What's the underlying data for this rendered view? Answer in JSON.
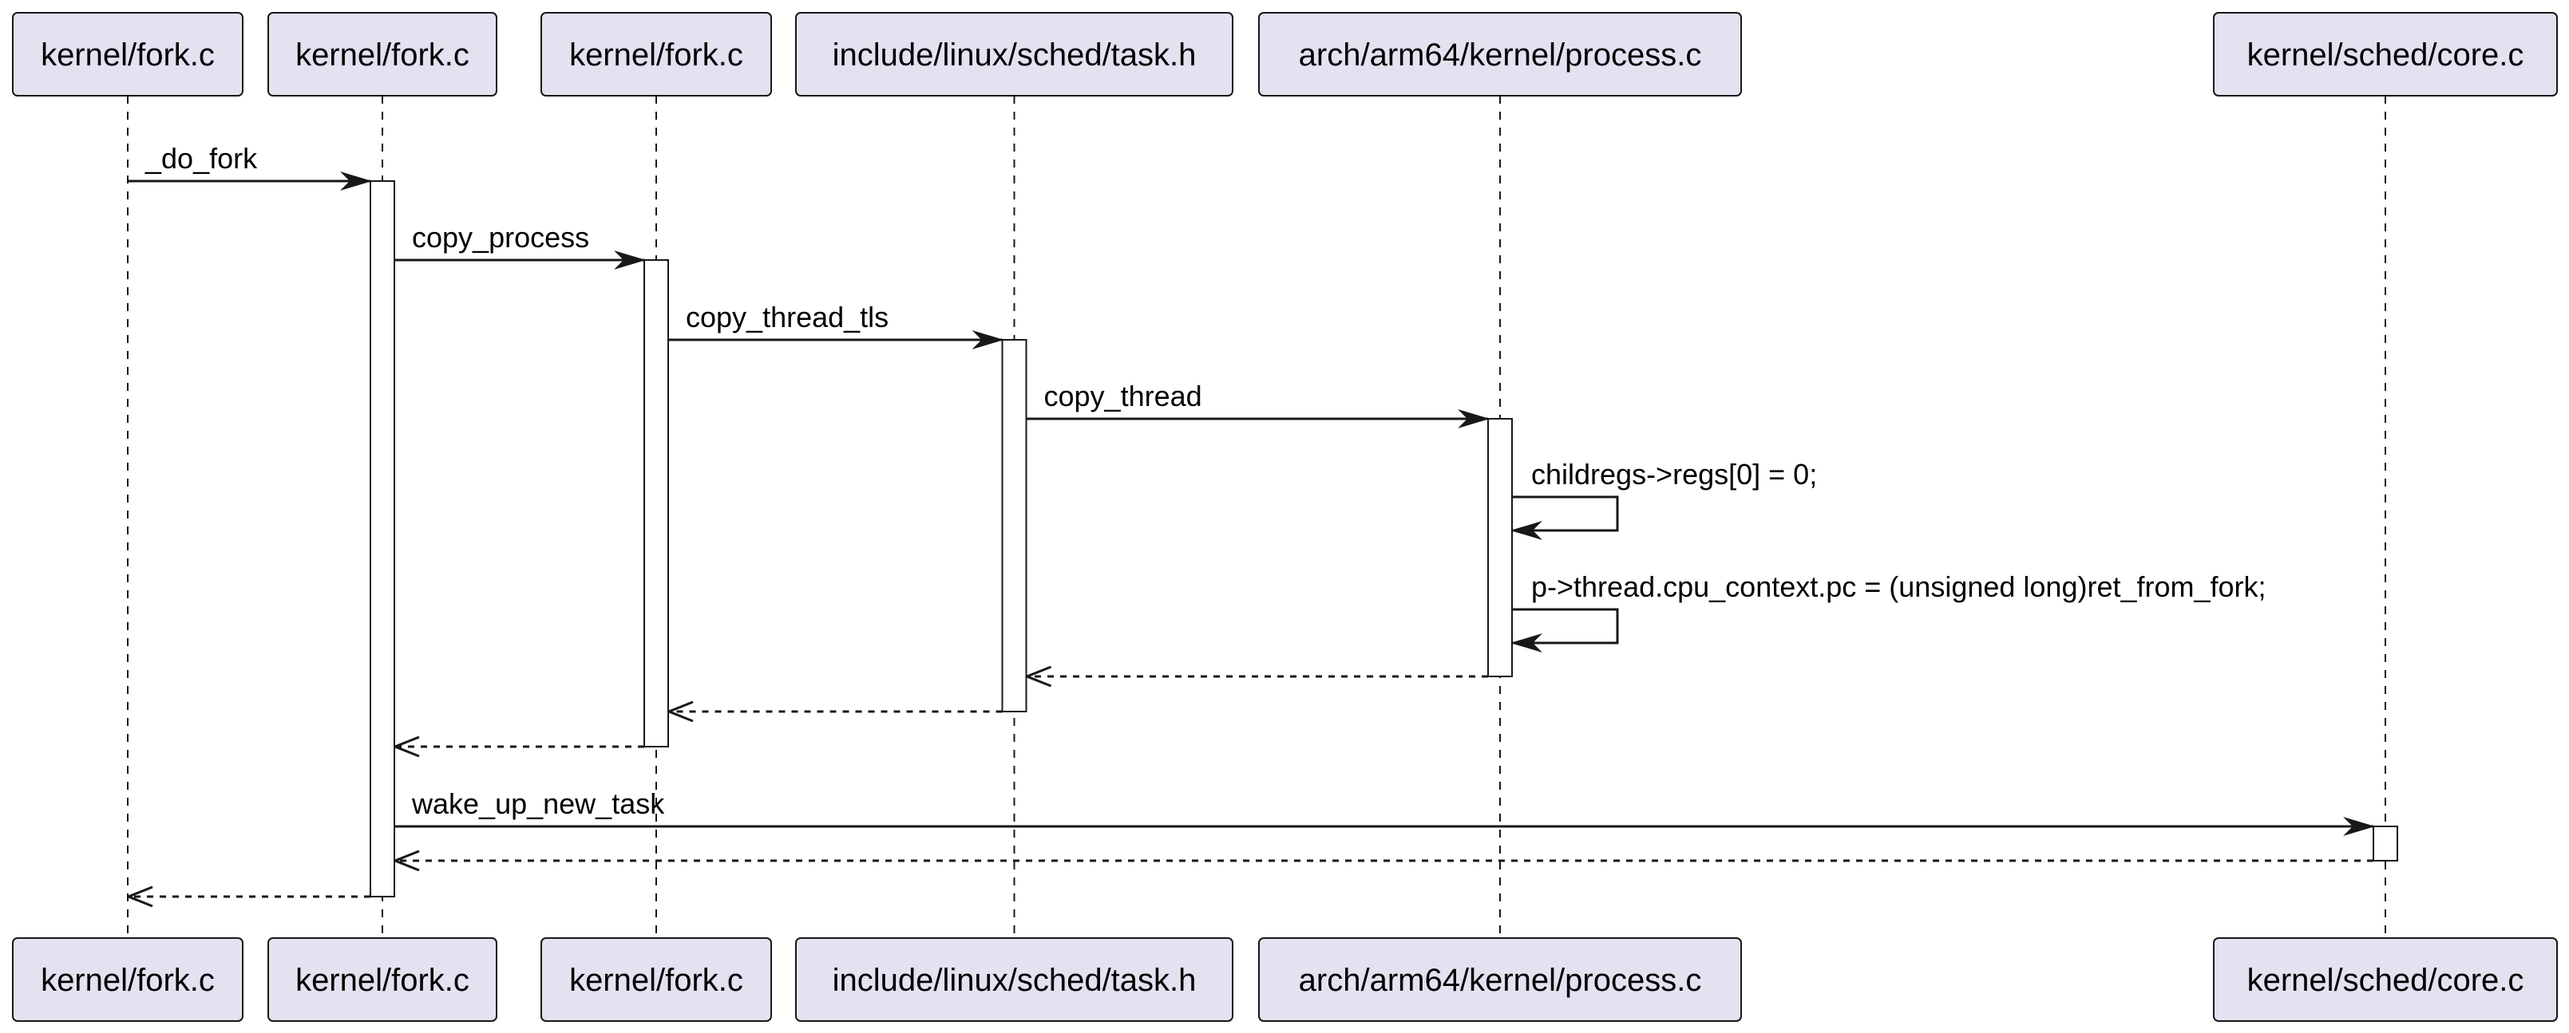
{
  "participants": [
    {
      "id": "p0",
      "label": "kernel/fork.c"
    },
    {
      "id": "p1",
      "label": "kernel/fork.c"
    },
    {
      "id": "p2",
      "label": "kernel/fork.c"
    },
    {
      "id": "p3",
      "label": "include/linux/sched/task.h"
    },
    {
      "id": "p4",
      "label": "arch/arm64/kernel/process.c"
    },
    {
      "id": "p5",
      "label": "kernel/sched/core.c"
    }
  ],
  "messages": [
    {
      "from": "p0",
      "to": "p1",
      "label": "_do_fork",
      "type": "call"
    },
    {
      "from": "p1",
      "to": "p2",
      "label": "copy_process",
      "type": "call"
    },
    {
      "from": "p2",
      "to": "p3",
      "label": "copy_thread_tls",
      "type": "call"
    },
    {
      "from": "p3",
      "to": "p4",
      "label": "copy_thread",
      "type": "call"
    },
    {
      "from": "p4",
      "to": "p4",
      "label": "childregs->regs[0] = 0;",
      "type": "self"
    },
    {
      "from": "p4",
      "to": "p4",
      "label": "p->thread.cpu_context.pc = (unsigned long)ret_from_fork;",
      "type": "self"
    },
    {
      "from": "p4",
      "to": "p3",
      "label": "",
      "type": "return"
    },
    {
      "from": "p3",
      "to": "p2",
      "label": "",
      "type": "return"
    },
    {
      "from": "p2",
      "to": "p1",
      "label": "",
      "type": "return"
    },
    {
      "from": "p1",
      "to": "p5",
      "label": "wake_up_new_task",
      "type": "call"
    },
    {
      "from": "p5",
      "to": "p1",
      "label": "",
      "type": "return"
    },
    {
      "from": "p1",
      "to": "p0",
      "label": "",
      "type": "return"
    }
  ],
  "colors": {
    "participant_fill": "#e2e2f0",
    "line": "#181818",
    "activation_fill": "#ffffff"
  }
}
